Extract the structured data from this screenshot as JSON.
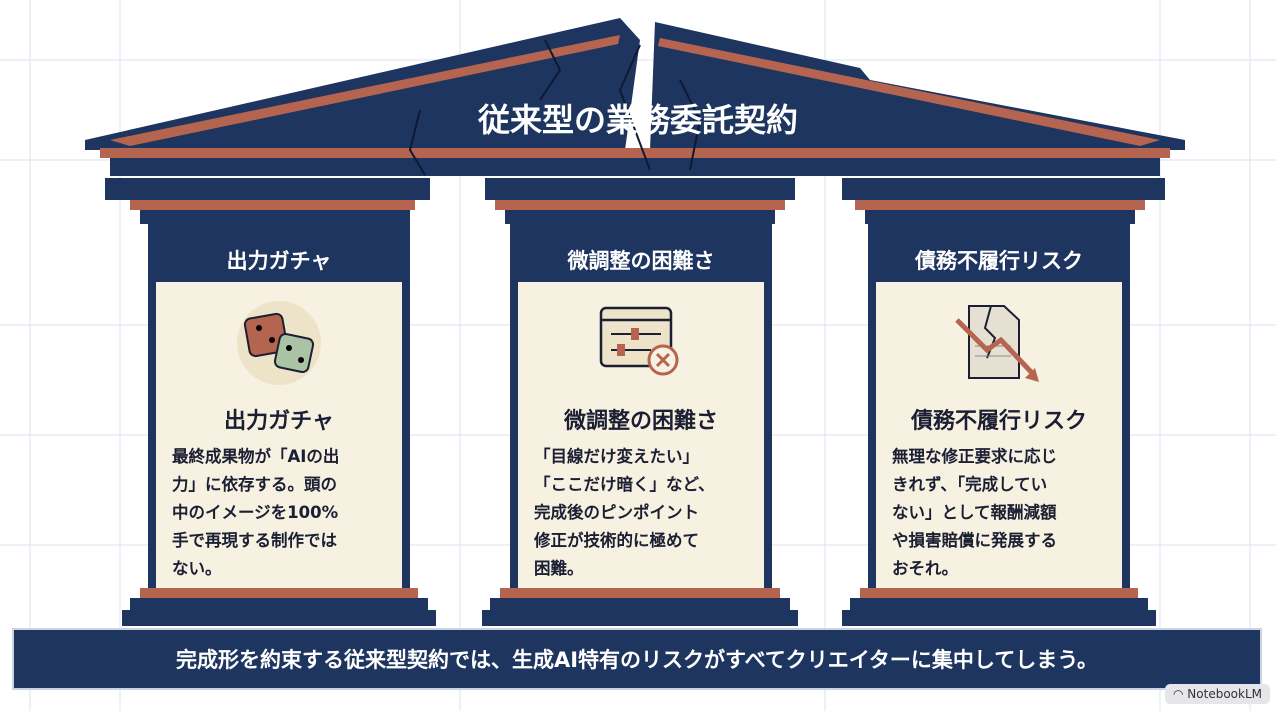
{
  "title": "従来型の業務委託契約",
  "pillars": [
    {
      "header": "出力ガチャ",
      "subtitle": "出力ガチャ",
      "icon": "dice-icon",
      "body": "最終成果物が「AIの出\n力」に依存する。頭の\n中のイメージを100%\n手で再現する制作では\nない。"
    },
    {
      "header": "微調整の困難さ",
      "subtitle": "微調整の困難さ",
      "icon": "slider-window-cancel-icon",
      "body": "「目線だけ変えたい」\n「ここだけ暗く」など、\n完成後のピンポイント\n修正が技術的に極めて\n困難。"
    },
    {
      "header": "債務不履行リスク",
      "subtitle": "債務不履行リスク",
      "icon": "broken-document-down-arrow-icon",
      "body": "無理な修正要求に応じ\nきれず、「完成してい\nない」として報酬減額\nや損害賠償に発展する\nおそれ。"
    }
  ],
  "banner": "完成形を約束する従来型契約では、生成AI特有のリスクがすべてクリエイターに集中してしまう。",
  "watermark": "NotebookLM",
  "colors": {
    "navy": "#1e3560",
    "terracotta": "#b5654f",
    "cream": "#f7f1e1"
  }
}
